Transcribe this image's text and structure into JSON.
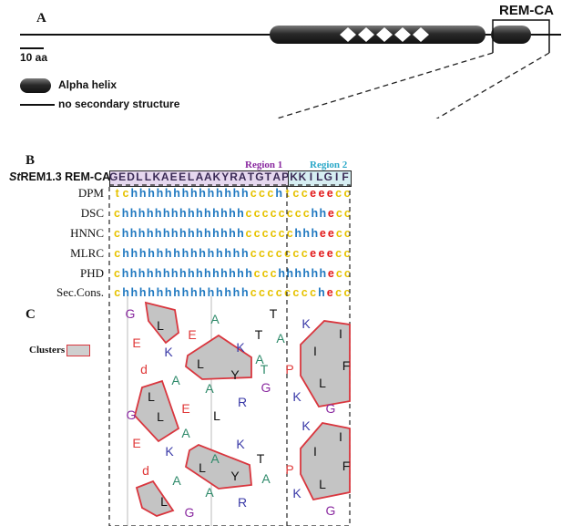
{
  "panel_a": {
    "letter": "A",
    "domain_label": "REM-CA",
    "scale_label": "10 aa",
    "legend": {
      "helix_label": "Alpha helix",
      "line_label": "no secondary structure"
    }
  },
  "panel_b": {
    "letter": "B",
    "protein_label": "StREM1.3 REM-CA",
    "protein_label_italic": "St",
    "protein_label_rest": "REM1.3 REM-CA",
    "region1_label": "Region 1",
    "region2_label": "Region 2",
    "sequence": "GEDLLKAEELAAKYRATGTAPKKILGIF",
    "rows": [
      {
        "label": "DPM",
        "pred": "tchhhhhhhhhhhhhhccchtcceeecc"
      },
      {
        "label": "DSC",
        "pred": "chhhhhhhhhhhhhhhcccccccchhecc"
      },
      {
        "label": "HNNC",
        "pred": "chhhhhhhhhhhhhhhcccccchhheecc"
      },
      {
        "label": "MLRC",
        "pred": "chhhhhhhhhhhhhhhccccccceeecc"
      },
      {
        "label": "PHD",
        "pred": "chhhhhhhhhhhhhhhhccchhhhhhecc"
      },
      {
        "label": "Sec.Cons.",
        "pred": "chhhhhhhhhhhhhhhcccccccchecc"
      }
    ],
    "colors": {
      "h": "#1f78c0",
      "c": "#e6c200",
      "e": "#e21a1a",
      "t": "#e6c200",
      "region1": "#8a2aa0",
      "region2": "#2aa8c8",
      "region1_bg": "#e6d8ef",
      "region2_bg": "#d6eef2"
    }
  },
  "panel_c": {
    "letter": "C",
    "legend_label": "Clusters",
    "left_letters": [
      "G",
      "L",
      "E",
      "K",
      "E",
      "d",
      "L",
      "A",
      "L",
      "Y",
      "A",
      "K",
      "T",
      "A",
      "A",
      "T",
      "L",
      "G",
      "E",
      "L",
      "K",
      "A",
      "K",
      "A",
      "E",
      "R",
      "T",
      "d",
      "L",
      "Y",
      "A",
      "A",
      "R",
      "A",
      "P",
      "P",
      "T",
      "G",
      "K",
      "G",
      "A"
    ],
    "right_letters": [
      "K",
      "I",
      "I",
      "L",
      "F",
      "K",
      "G",
      "K",
      "I",
      "I",
      "L",
      "F",
      "K",
      "G",
      "P",
      "P"
    ]
  }
}
